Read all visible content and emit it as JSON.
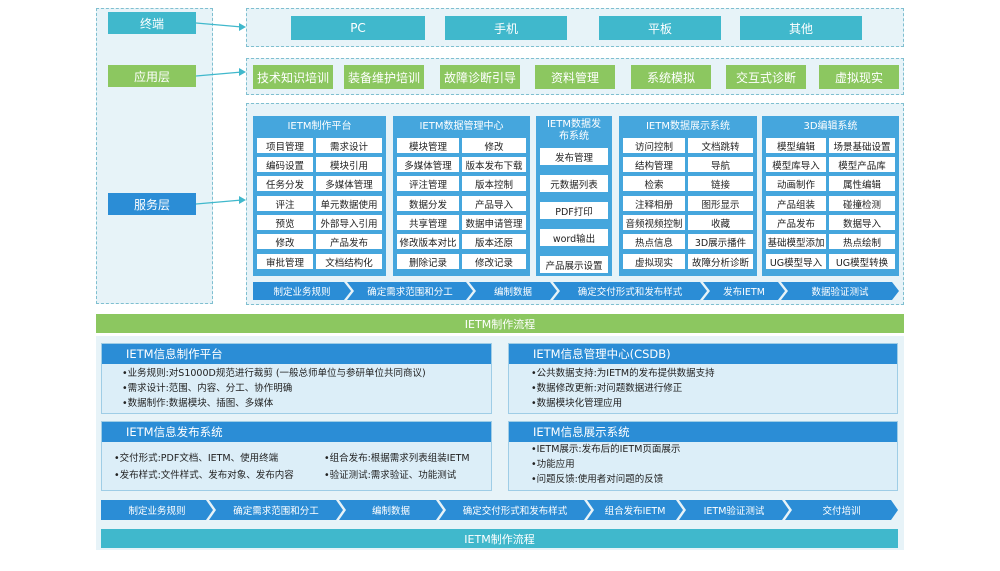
{
  "left_labels": {
    "terminal": "终端",
    "app": "应用层",
    "service": "服务层"
  },
  "terminals": [
    "PC",
    "手机",
    "平板",
    "其他"
  ],
  "applications": [
    "技术知识培训",
    "装备维护培训",
    "故障诊断引导",
    "资料管理",
    "系统模拟",
    "交互式诊断",
    "虚拟现实"
  ],
  "systems": [
    {
      "title": "IETM制作平台",
      "cells": [
        "项目管理",
        "需求设计",
        "编码设置",
        "模块引用",
        "任务分发",
        "多媒体管理",
        "评注",
        "单元数据使用",
        "预览",
        "外部导入引用",
        "修改",
        "产品发布",
        "审批管理",
        "文档结构化"
      ]
    },
    {
      "title": "IETM数据管理中心",
      "cells": [
        "模块管理",
        "修改",
        "多媒体管理",
        "版本发布下载",
        "评注管理",
        "版本控制",
        "数据分发",
        "产品导入",
        "共享管理",
        "数据申请管理",
        "修改版本对比",
        "版本还原",
        "删除记录",
        "修改记录"
      ]
    },
    {
      "title": "IETM数据发布系统",
      "cells": [
        "发布管理",
        "元数据列表",
        "PDF打印",
        "word输出",
        "产品展示设置"
      ]
    },
    {
      "title": "IETM数据展示系统",
      "cells": [
        "访问控制",
        "文档跳转",
        "结构管理",
        "导航",
        "检索",
        "链接",
        "注释相册",
        "图形显示",
        "音频视频控制",
        "收藏",
        "热点信息",
        "3D展示播件",
        "虚拟现实",
        "故障分析诊断"
      ]
    },
    {
      "title": "3D编辑系统",
      "cells": [
        "模型编辑",
        "场景基础设置",
        "模型库导入",
        "模型产品库",
        "动画制作",
        "属性编辑",
        "产品组装",
        "碰撞检测",
        "产品发布",
        "数据导入",
        "基础模型添加",
        "热点绘制",
        "UG模型导入",
        "UG模型转换"
      ]
    }
  ],
  "flow_top": [
    "制定业务规则",
    "确定需求范围和分工",
    "编制数据",
    "确定交付形式和发布样式",
    "发布IETM",
    "数据验证测试"
  ],
  "flow_title": "IETM制作流程",
  "panels": {
    "platform": {
      "title": "IETM信息制作平台",
      "lines": [
        "•业务规则:对S1000D规范进行裁剪 (一般总师单位与参研单位共同商议)",
        "•需求设计:范围、内容、分工、协作明确",
        "•数据制作:数据模块、插图、多媒体"
      ]
    },
    "csdb": {
      "title": "IETM信息管理中心(CSDB)",
      "lines": [
        "•公共数据支持:为IETM的发布提供数据支持",
        "•数据修改更新:对问题数据进行修正",
        "•数据模块化管理应用"
      ]
    },
    "publish": {
      "title": "IETM信息发布系统",
      "lines_left": [
        "•交付形式:PDF文档、IETM、使用终端",
        "•发布样式:文件样式、发布对象、发布内容"
      ],
      "lines_right": [
        "•组合发布:根据需求列表组装IETM",
        "•验证测试:需求验证、功能测试"
      ]
    },
    "display": {
      "title": "IETM信息展示系统",
      "lines": [
        "•IETM展示:发布后的IETM页面展示",
        "•功能应用",
        "•问题反馈:使用者对问题的反馈"
      ]
    }
  },
  "flow_bottom": [
    "制定业务规则",
    "确定需求范围和分工",
    "编制数据",
    "确定交付形式和发布样式",
    "组合发布IETM",
    "IETM验证测试",
    "交付培训"
  ],
  "bottom_title": "IETM制作流程"
}
